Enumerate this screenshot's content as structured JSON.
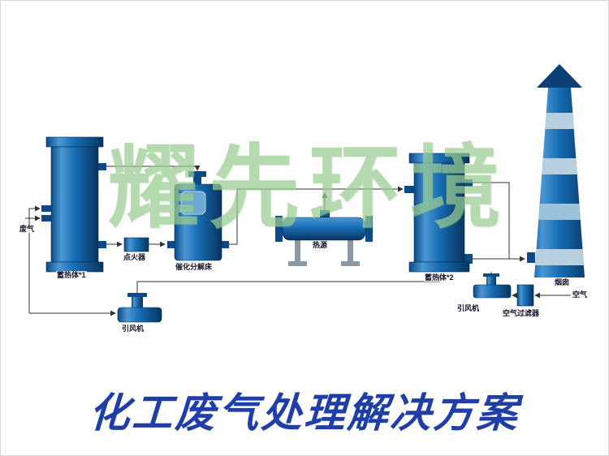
{
  "watermark_text": "耀先环境",
  "title_text": "化工废气处理解决方案",
  "labels": {
    "waste_gas": "废气",
    "regenerator1": "蓄热体*1",
    "igniter": "点火器",
    "catalytic_bed": "催化分解床",
    "heat_source": "热源",
    "regenerator2": "蓄热体*2",
    "chimney": "烟囱",
    "fan_left": "引风机",
    "fan_right": "引风机",
    "air_filter": "空气过滤器",
    "air": "空气"
  },
  "colors": {
    "title_blue": "#1f3ea8",
    "watermark_green": "#9bcd91",
    "label_color": "#101028",
    "equipment_dark": "#07345f",
    "equipment_mid": "#176cb2",
    "equipment_light": "#4b97d4",
    "chimney_band_light": "#b8cfdf",
    "line_color": "#333333"
  }
}
